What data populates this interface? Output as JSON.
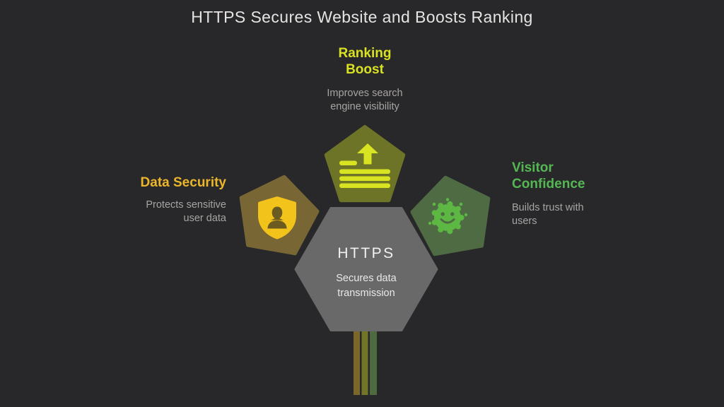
{
  "title": "HTTPS Secures Website and Boosts Ranking",
  "title_color": "#e6e4e3",
  "background_color": "#28282a",
  "description_color": "#a7a5a2",
  "center": {
    "label": "HTTPS",
    "description": "Secures data transmission",
    "shape": "hexagon",
    "shape_color": "#696969",
    "label_color": "#f1f1f2",
    "description_color": "#e9e9ea"
  },
  "nodes": [
    {
      "id": "data-security",
      "label": "Data Security",
      "description": "Protects sensitive user data",
      "icon": "shield-user-icon",
      "label_color": "#ecb62b",
      "pentagon_color": "#786734",
      "icon_color": "#f2c31a",
      "icon_detail_color": "#6b5b20"
    },
    {
      "id": "ranking-boost",
      "label": "Ranking Boost",
      "description": "Improves search engine visibility",
      "icon": "rank-up-arrow-icon",
      "label_color": "#d9e222",
      "pentagon_color": "#6e7427",
      "icon_color": "#d8e322"
    },
    {
      "id": "visitor-confidence",
      "label": "Visitor Confidence",
      "description": "Builds trust with users",
      "icon": "germ-smiley-icon",
      "label_color": "#55b754",
      "pentagon_color": "#4f6b44",
      "icon_color": "#5cb843"
    }
  ],
  "stripes": [
    "#7b672a",
    "#707527",
    "#4e6b3f"
  ]
}
